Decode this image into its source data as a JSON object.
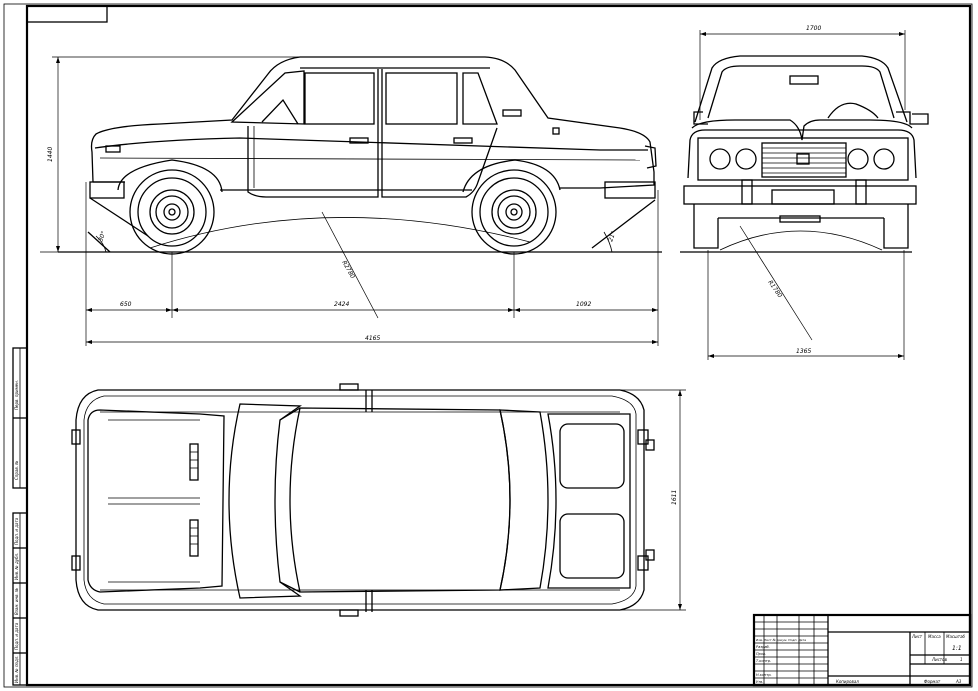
{
  "drawing": {
    "side_view": {
      "height_label": "1440",
      "approach_angle_label": "30°",
      "departure_angle_label": "21°",
      "ramp_radius_label": "R2780",
      "front_overhang_label": "650",
      "wheelbase_label": "2424",
      "rear_overhang_label": "1092",
      "overall_length_label": "4165"
    },
    "front_view": {
      "top_width_label": "1700",
      "ground_radius_label": "R1780",
      "track_label": "1365"
    },
    "top_view": {
      "overall_width_label": "1611"
    },
    "title_block": {
      "sheet_label": "Лист",
      "mass_label": "Масса",
      "scale_label": "Масштаб",
      "scale_value": "1:1",
      "sheets_label": "Листов",
      "sheets_value": "1",
      "format_label": "Формат",
      "format_value": "A3",
      "copied_label": "Копировал",
      "changes_row": "Изм. Лист № докум. Подп. Дата",
      "role_developer": "Разраб.",
      "role_checker": "Пров.",
      "role_tcontrol": "Т.контр.",
      "role_ncontrol": "Н.контр.",
      "role_approved": "Утв."
    },
    "left_strip": {
      "cells": [
        "Перв. примен.",
        "Справ. №",
        "Подп. и дата",
        "Инв. № дубл.",
        "Взам. инв. №",
        "Подп. и дата",
        "Инв. № подл."
      ]
    }
  }
}
